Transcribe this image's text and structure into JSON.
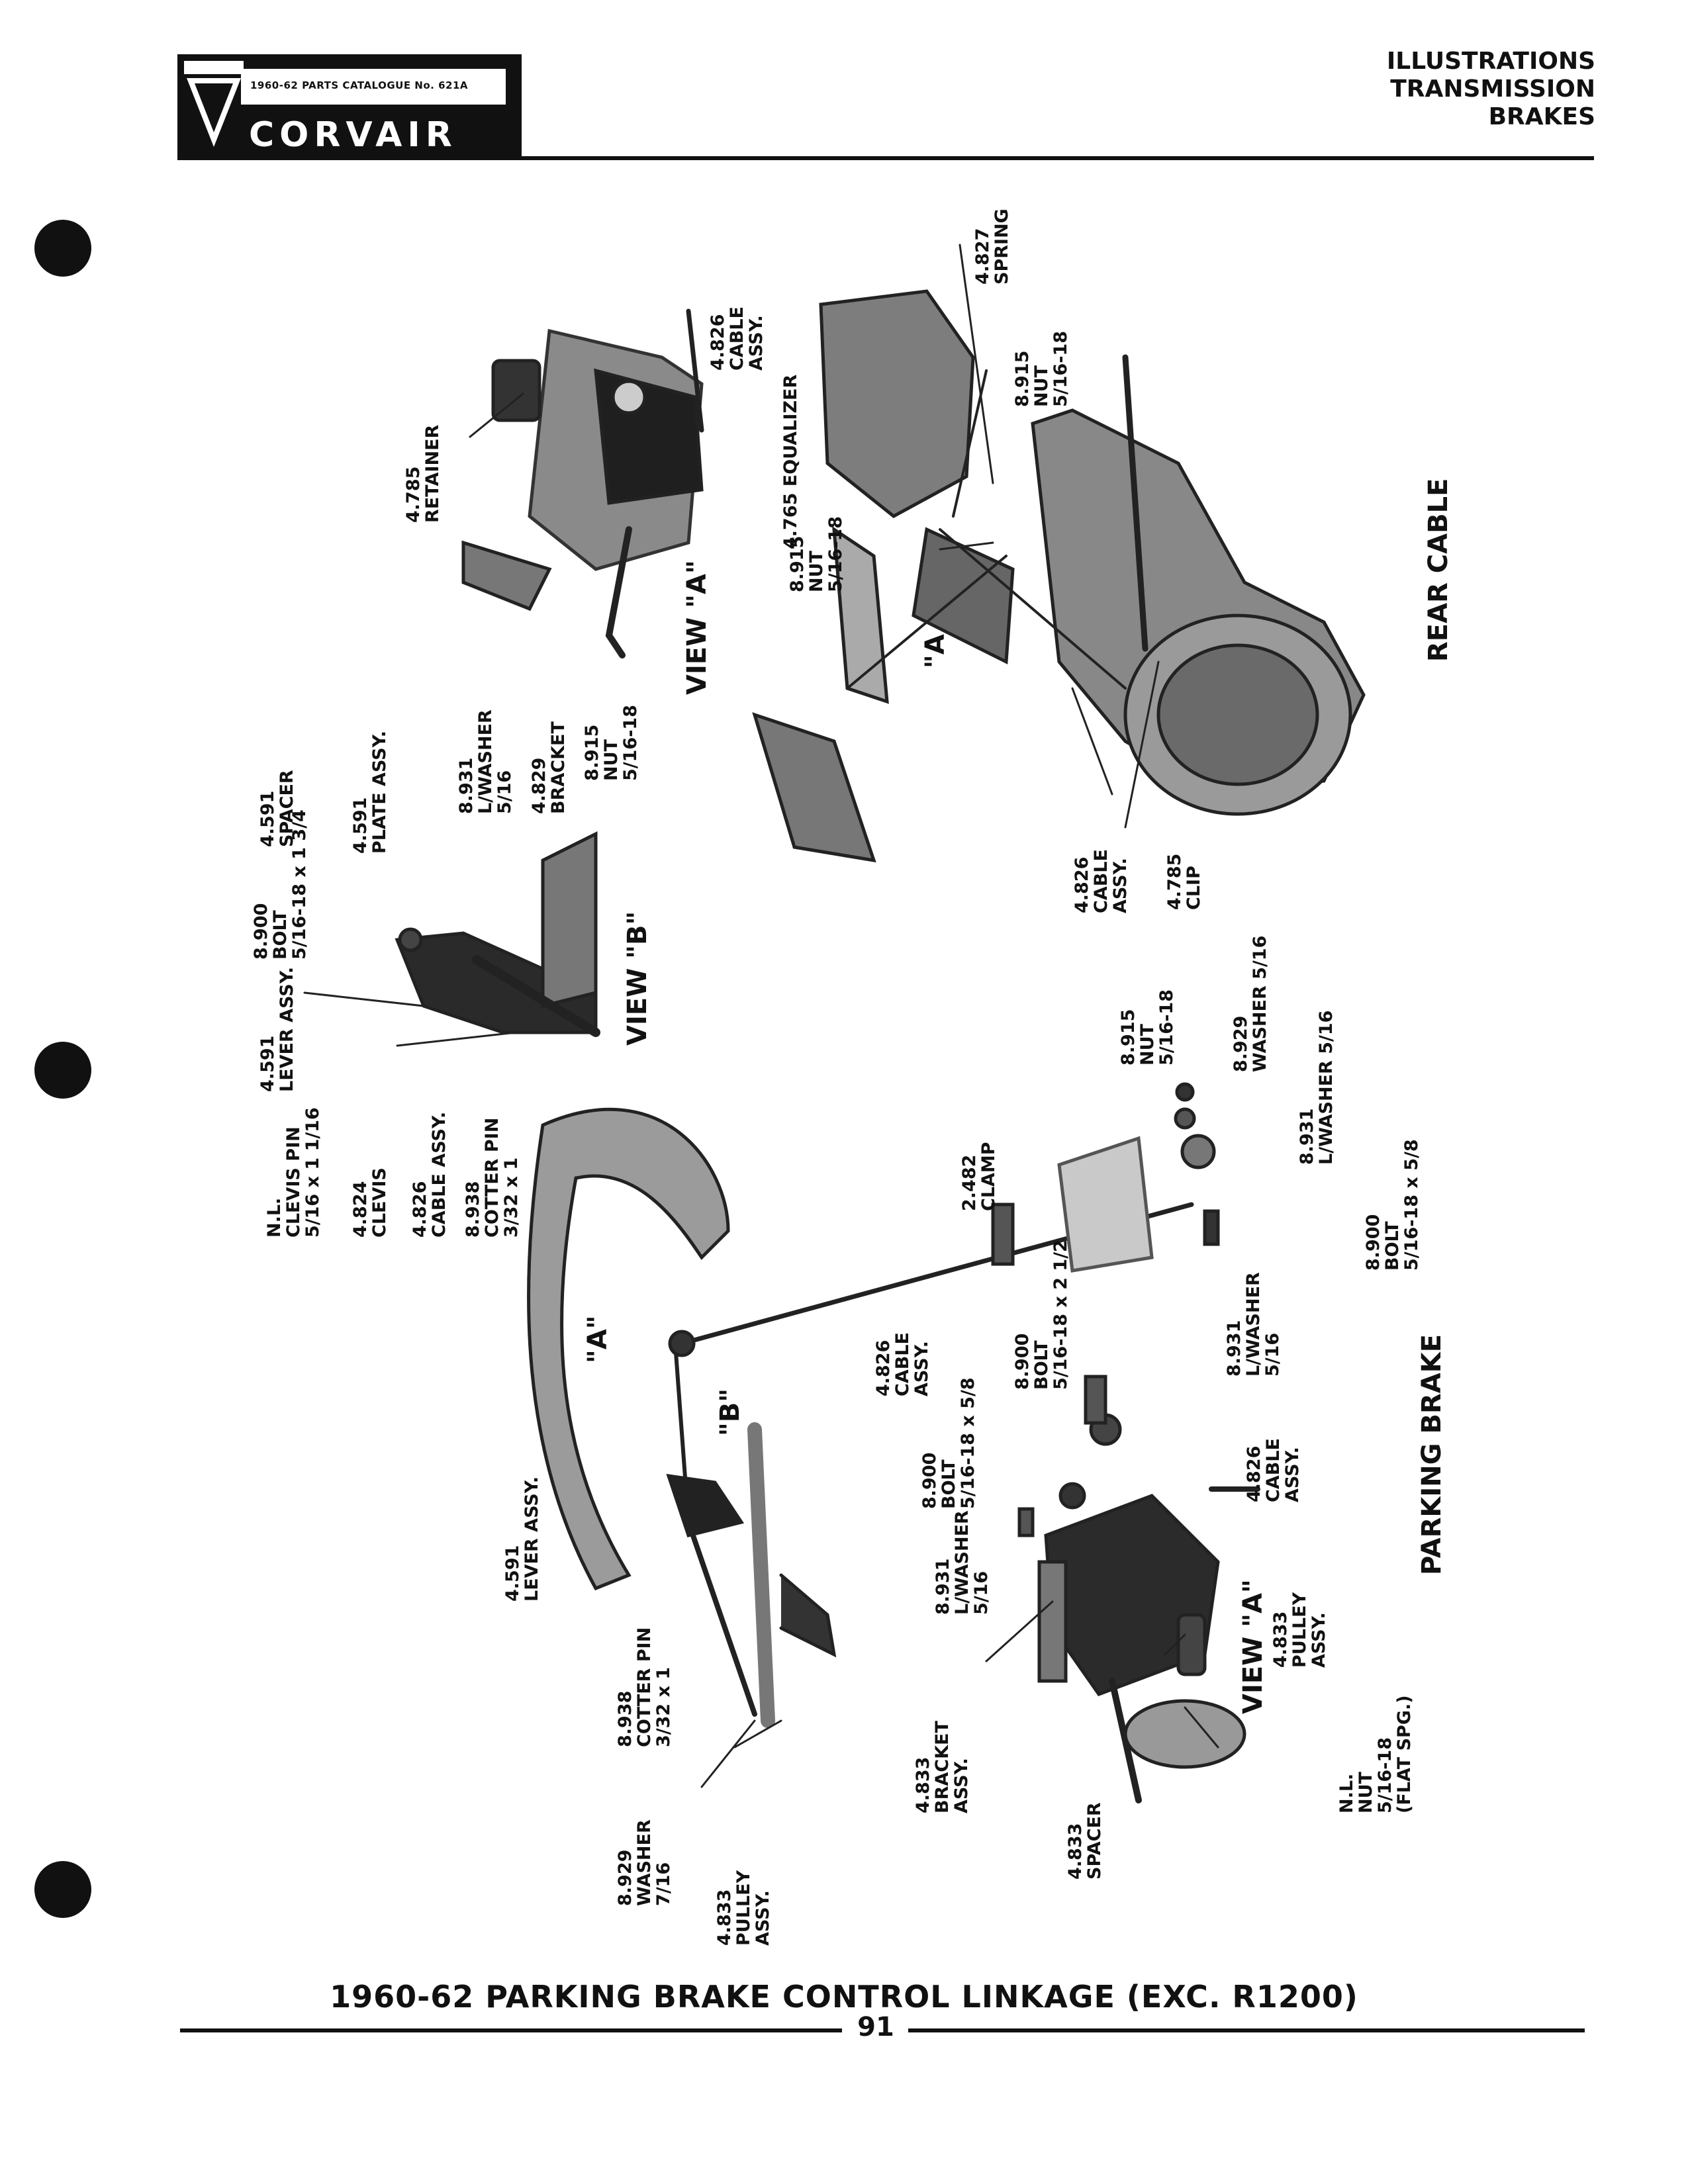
{
  "header": {
    "catalogue": "1960-62 PARTS CATALOGUE No. 621A",
    "brand": "CORVAIR",
    "section": [
      "ILLUSTRATIONS",
      "TRANSMISSION",
      "BRAKES"
    ]
  },
  "sections": {
    "rear_cable": "REAR CABLE",
    "parking_brake": "PARKING BRAKE",
    "view_a_top": "VIEW \"A\"",
    "view_b": "VIEW \"B\"",
    "view_a_bottom": "VIEW \"A\""
  },
  "callouts": {
    "spring": "4.827\nSPRING",
    "cable_top": "4.826\nCABLE\nASSY.",
    "nut_top": "8.915\nNUT\n5/16-18",
    "equalizer": "4.765 EQUALIZER",
    "nut_eq": "8.915\nNUT\n5/16-18",
    "retainer": "4.785\nRETAINER",
    "rear_cable_assy": "4.826\nCABLE\nASSY.",
    "clip": "4.785\nCLIP",
    "ref_a_rear": "\"A",
    "spacer_b": "4.591\nSPACER",
    "plate": "4.591\nPLATE ASSY.",
    "lwasher_b": "8.931\nL/WASHER\n5/16",
    "bracket_b": "4.829\nBRACKET",
    "nut_b": "8.915\nNUT\n5/16-18",
    "bolt_b": "8.900\nBOLT\n5/16-18 x 1 3/4",
    "lever_b": "4.591\nLEVER ASSY.",
    "clevis_pin": "N.L.\nCLEVIS PIN\n5/16 x 1 1/16",
    "clevis": "4.824\nCLEVIS",
    "cable_b": "4.826\nCABLE ASSY.",
    "cotter_b": "8.938\nCOTTER PIN\n3/32 x 1",
    "nut_mid": "8.915\nNUT\n5/16-18",
    "washer_mid": "8.929\nWASHER 5/16",
    "lwasher_mid": "8.931\nL/WASHER 5/16",
    "bolt_mid": "8.900\nBOLT\n5/16-18 x 5/8",
    "clamp": "2.482\nCLAMP",
    "cable_mid": "4.826\nCABLE\nASSY.",
    "bolt_a1": "8.900\nBOLT\n5/16-18 x 2 1/2",
    "lwasher_a1": "8.931\nL/WASHER\n5/16",
    "bolt_a2": "8.900\nBOLT\n5/16-18 x 5/8",
    "cable_a": "4.826\nCABLE\nASSY.",
    "lwasher_a2": "8.931\nL/WASHER\n5/16",
    "pulley_a": "4.833\nPULLEY\nASSY.",
    "bracket_a": "4.833\nBRACKET\nASSY.",
    "spacer_a": "4.833\nSPACER",
    "nut_flat": "N.L.\nNUT\n5/16-18\n(FLAT SPG.)",
    "ref_a": "\"A\"",
    "ref_b": "\"B\"",
    "lever_main": "4.591\nLEVER ASSY.",
    "cotter_main": "8.938\nCOTTER PIN\n3/32 x 1",
    "washer_main": "8.929\nWASHER\n7/16",
    "pulley_main": "4.833\nPULLEY\nASSY."
  },
  "footer": {
    "caption": "1960-62 PARKING BRAKE CONTROL LINKAGE (EXC. R1200)",
    "page_number": "91"
  }
}
